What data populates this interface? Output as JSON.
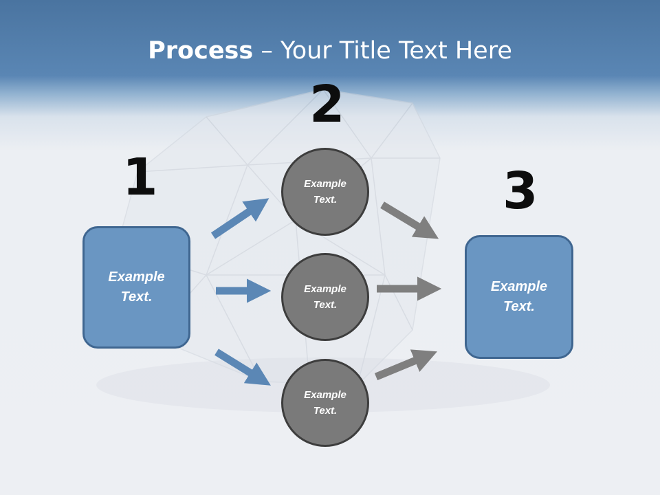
{
  "slide": {
    "title_bold": "Process",
    "title_rest": " – Your Title Text Here"
  },
  "steps": {
    "step1": {
      "number": "1",
      "label": "Example\nText."
    },
    "step2": {
      "number": "2",
      "circles": [
        {
          "label": "Example\nText."
        },
        {
          "label": "Example\nText."
        },
        {
          "label": "Example\nText."
        }
      ]
    },
    "step3": {
      "number": "3",
      "label": "Example\nText."
    }
  },
  "colors": {
    "header_blue": "#4a74a0",
    "box_fill": "#6a96c2",
    "box_border": "#3f6690",
    "circle_fill": "#7a7a7a",
    "circle_border": "#3d3d3d",
    "arrow_blue": "#5b87b5",
    "arrow_gray": "#7f7f7f"
  }
}
